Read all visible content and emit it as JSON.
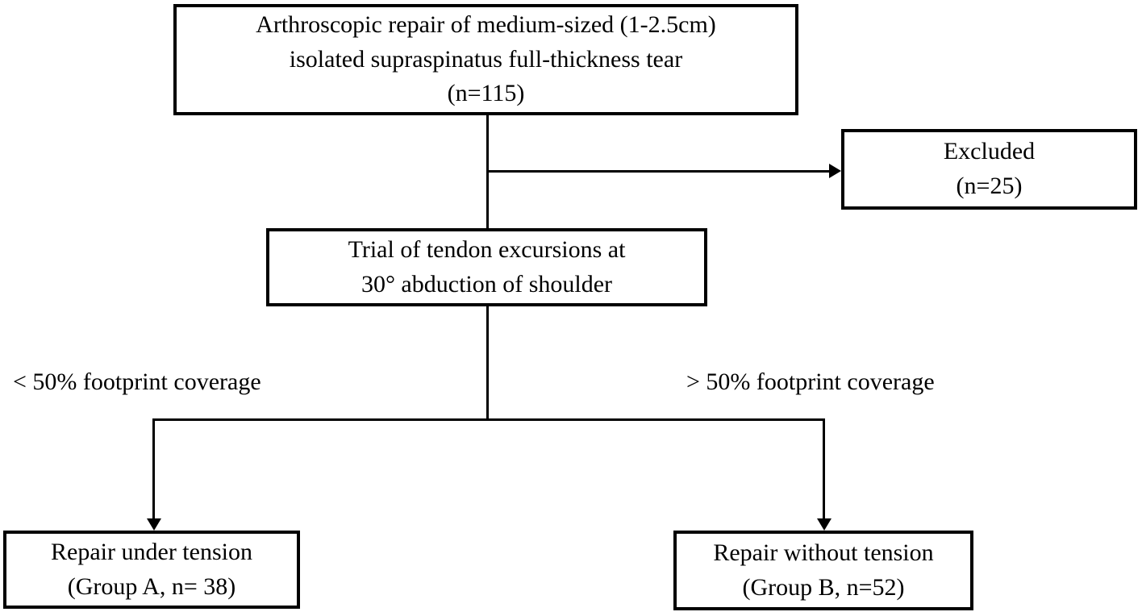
{
  "diagram": {
    "type": "flowchart",
    "colors": {
      "background": "#ffffff",
      "line": "#000000",
      "text": "#000000"
    },
    "nodes": {
      "top": {
        "lines": [
          "Arthroscopic repair of medium-sized (1-2.5cm)",
          "isolated supraspinatus full-thickness tear",
          "(n=115)"
        ]
      },
      "excluded": {
        "lines": [
          "Excluded",
          "(n=25)"
        ]
      },
      "trial": {
        "lines": [
          "Trial of tendon excursions at",
          "30° abduction of shoulder"
        ]
      },
      "group_a": {
        "lines": [
          "Repair under tension",
          "(Group A, n= 38)"
        ]
      },
      "group_b": {
        "lines": [
          "Repair without tension",
          "(Group B, n=52)"
        ]
      }
    },
    "branch_labels": {
      "left": "< 50% footprint coverage",
      "right": "> 50% footprint coverage"
    }
  }
}
